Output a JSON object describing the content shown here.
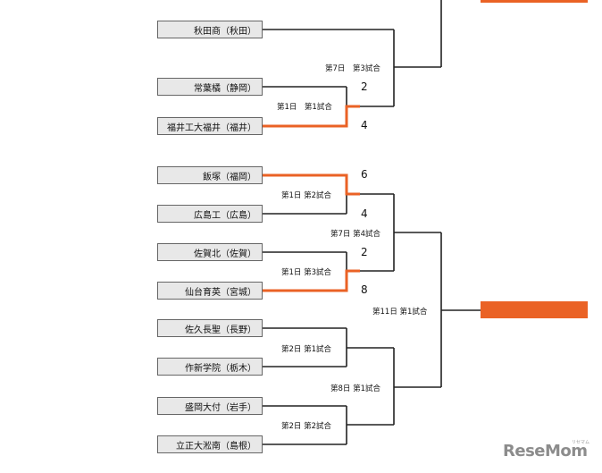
{
  "teams": [
    {
      "name": "秋田商（秋田）",
      "score": ""
    },
    {
      "name": "常葉橘（静岡）",
      "score": "2"
    },
    {
      "name": "福井工大福井（福井）",
      "score": "4"
    },
    {
      "name": "飯塚（福岡）",
      "score": "6"
    },
    {
      "name": "広島工（広島）",
      "score": "4"
    },
    {
      "name": "佐賀北（佐賀）",
      "score": "2"
    },
    {
      "name": "仙台育英（宮城）",
      "score": "8"
    },
    {
      "name": "佐久長聖（長野）",
      "score": ""
    },
    {
      "name": "作新学院（栃木）",
      "score": ""
    },
    {
      "name": "盛岡大付（岩手）",
      "score": ""
    },
    {
      "name": "立正大淞南（島根）",
      "score": ""
    }
  ],
  "games": [
    {
      "label": "第1日　第1試合"
    },
    {
      "label": "第1日 第2試合"
    },
    {
      "label": "第1日 第3試合"
    },
    {
      "label": "第2日 第1試合"
    },
    {
      "label": "第2日 第2試合"
    },
    {
      "label": "第7日　第3試合"
    },
    {
      "label": "第7日 第4試合"
    },
    {
      "label": "第8日 第1試合"
    },
    {
      "label": "第11日 第1試合"
    }
  ],
  "colors": {
    "winner": "#ea6225",
    "line": "#222222",
    "team_bg": "#e8e8e8"
  },
  "logo": {
    "text": "ReseMom",
    "small": "リセマム"
  }
}
